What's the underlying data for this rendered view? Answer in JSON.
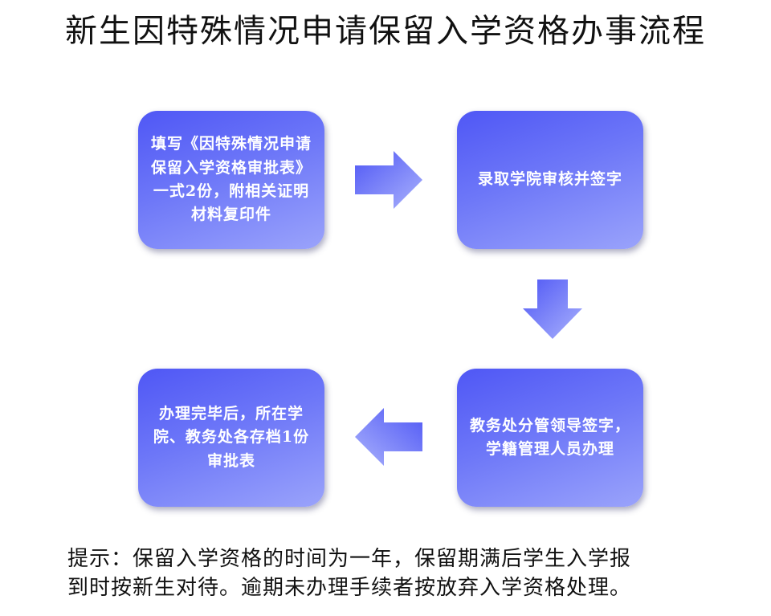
{
  "title": "新生因特殊情况申请保留入学资格办事流程",
  "steps": [
    {
      "text": "填写《因特殊情况申请保留入学资格审批表》一式2份，附相关证明材料复印件"
    },
    {
      "text": "录取学院审核并签字"
    },
    {
      "text": "教务处分管领导签字，学籍管理人员办理"
    },
    {
      "text": "办理完毕后，所在学院、教务处各存档1份审批表"
    }
  ],
  "arrows": [
    "right",
    "down",
    "left"
  ],
  "tip": {
    "line1": "提示：保留入学资格的时间为一年，保留期满后学生入学报",
    "line2": "到时按新生对待。逾期未办理手续者按放弃入学资格处理。"
  },
  "colors": {
    "box_gradient_start": "#4f57f5",
    "box_gradient_end": "#9aa3fb",
    "arrow_gradient_start": "#4f57f5",
    "arrow_gradient_end": "#aab2fc",
    "text": "#111111"
  }
}
